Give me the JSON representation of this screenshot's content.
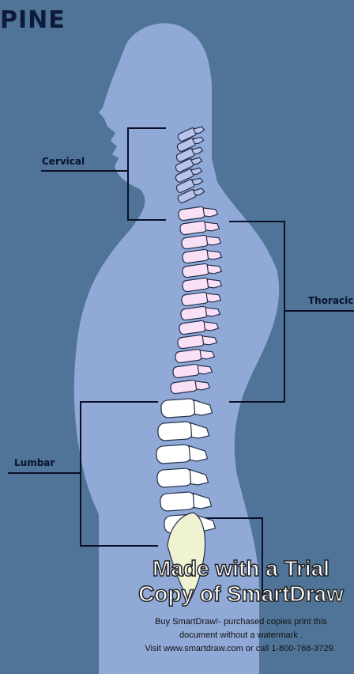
{
  "title": "PINE",
  "labels": {
    "cervical": "Cervical",
    "thoracic": "Thoracic",
    "lumbar": "Lumbar"
  },
  "watermark": {
    "line1": "Made with a Trial",
    "line2": "Copy of SmartDraw",
    "small1": "Buy SmartDraw!- purchased copies print this",
    "small2": "document without a watermark .",
    "small3": "Visit www.smartdraw.com or call 1-800-768-3729."
  },
  "colors": {
    "background": "#4f7497",
    "silhouette": "#90a9d7",
    "cervical": "#b9c4ec",
    "thoracic": "#fae0f6",
    "lumbar": "#ffffff",
    "sacrum": "#eff3d2"
  }
}
